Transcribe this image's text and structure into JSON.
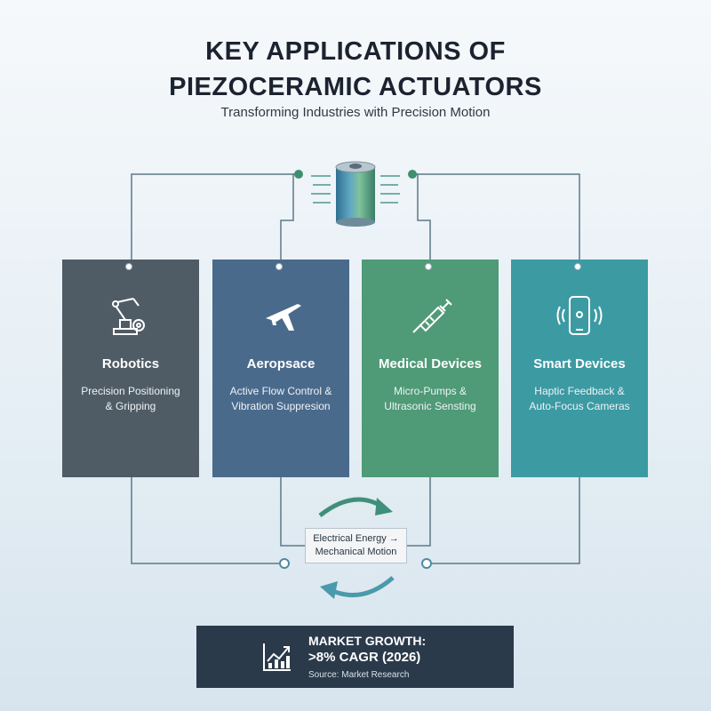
{
  "header": {
    "title_line1": "KEY APPLICATIONS OF",
    "title_line2": "PIEZOCERAMIC ACTUATORS",
    "subtitle": "Transforming Industries with Precision Motion"
  },
  "cards": [
    {
      "title": "Robotics",
      "desc_line1": "Precision Positioning",
      "desc_line2": "& Gripping",
      "icon": "robot-arm-icon",
      "color": "#4f5c66"
    },
    {
      "title": "Aeropsace",
      "desc_line1": "Active Flow Control &",
      "desc_line2": "Vibration Suppresion",
      "icon": "airplane-icon",
      "color": "#4a6a8c"
    },
    {
      "title": "Medical Devices",
      "desc_line1": "Micro-Pumps &",
      "desc_line2": "Ultrasonic Sensting",
      "icon": "syringe-icon",
      "color": "#4f9a77"
    },
    {
      "title": "Smart Devices",
      "desc_line1": "Haptic Feedback &",
      "desc_line2": "Auto-Focus Cameras",
      "icon": "smartphone-haptic-icon",
      "color": "#3c9aa3"
    }
  ],
  "conversion": {
    "line1": "Electrical Energy →",
    "line2": "Mechanical Motion"
  },
  "market": {
    "heading": "MARKET GROWTH:",
    "value": ">8% CAGR (2026)",
    "source": "Source: Market Research",
    "icon": "growth-chart-icon"
  },
  "colors": {
    "connector": "#5b7a86",
    "connector_dot": "#3f8f6f",
    "arrow": "#4f9a8a",
    "market_bg": "#2a3a4a"
  }
}
